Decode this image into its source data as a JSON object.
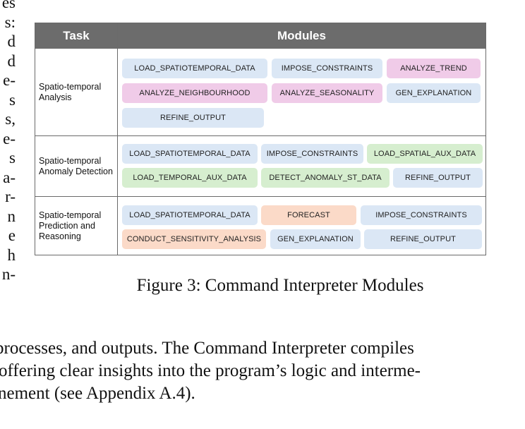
{
  "left_column": [
    "es",
    "s:",
    "d",
    "d",
    "e-",
    "s",
    "s,",
    "e-",
    "s",
    "a-",
    "r-",
    "n",
    "e",
    "h",
    "n-"
  ],
  "table": {
    "header_task": "Task",
    "header_modules": "Modules",
    "rows": [
      {
        "task": "Spatio-temporal Analysis",
        "modules": [
          {
            "label": "LOAD_SPATIOTEMPORAL_DATA",
            "color": "#dbe7f5"
          },
          {
            "label": "IMPOSE_CONSTRAINTS",
            "color": "#dbe7f5"
          },
          {
            "label": "ANALYZE_TREND",
            "color": "#f0cbe8"
          },
          {
            "label": "ANALYZE_NEIGHBOURHOOD",
            "color": "#f0cbe8"
          },
          {
            "label": "ANALYZE_SEASONALITY",
            "color": "#f0cbe8"
          },
          {
            "label": "GEN_EXPLANATION",
            "color": "#dbe7f5"
          },
          {
            "label": "REFINE_OUTPUT",
            "color": "#dbe7f5"
          }
        ]
      },
      {
        "task": "Spatio-temporal Anomaly Detection",
        "modules": [
          {
            "label": "LOAD_SPATIOTEMPORAL_DATA",
            "color": "#dbe7f5"
          },
          {
            "label": "IMPOSE_CONSTRAINTS",
            "color": "#dbe7f5"
          },
          {
            "label": "LOAD_SPATIAL_AUX_DATA",
            "color": "#d6eecf"
          },
          {
            "label": "LOAD_TEMPORAL_AUX_DATA",
            "color": "#d6eecf"
          },
          {
            "label": "DETECT_ANOMALY_ST_DATA",
            "color": "#d6eecf"
          },
          {
            "label": "REFINE_OUTPUT",
            "color": "#dbe7f5"
          }
        ]
      },
      {
        "task": "Spatio-temporal Prediction and Reasoning",
        "modules": [
          {
            "label": "LOAD_SPATIOTEMPORAL_DATA",
            "color": "#dbe7f5"
          },
          {
            "label": "FORECAST",
            "color": "#fbdac8"
          },
          {
            "label": "IMPOSE_CONSTRAINTS",
            "color": "#dbe7f5"
          },
          {
            "label": "CONDUCT_SENSITIVITY_ANALYSIS",
            "color": "#fbdac8"
          },
          {
            "label": "GEN_EXPLANATION",
            "color": "#dbe7f5"
          },
          {
            "label": "REFINE_OUTPUT",
            "color": "#dbe7f5"
          }
        ]
      }
    ]
  },
  "caption": "Figure 3: Command Interpreter Modules",
  "body_lines": [
    "processes, and outputs. The Command Interpreter compiles",
    "offering clear insights into the program’s logic and interme-",
    "nement (see Appendix A.4)."
  ]
}
